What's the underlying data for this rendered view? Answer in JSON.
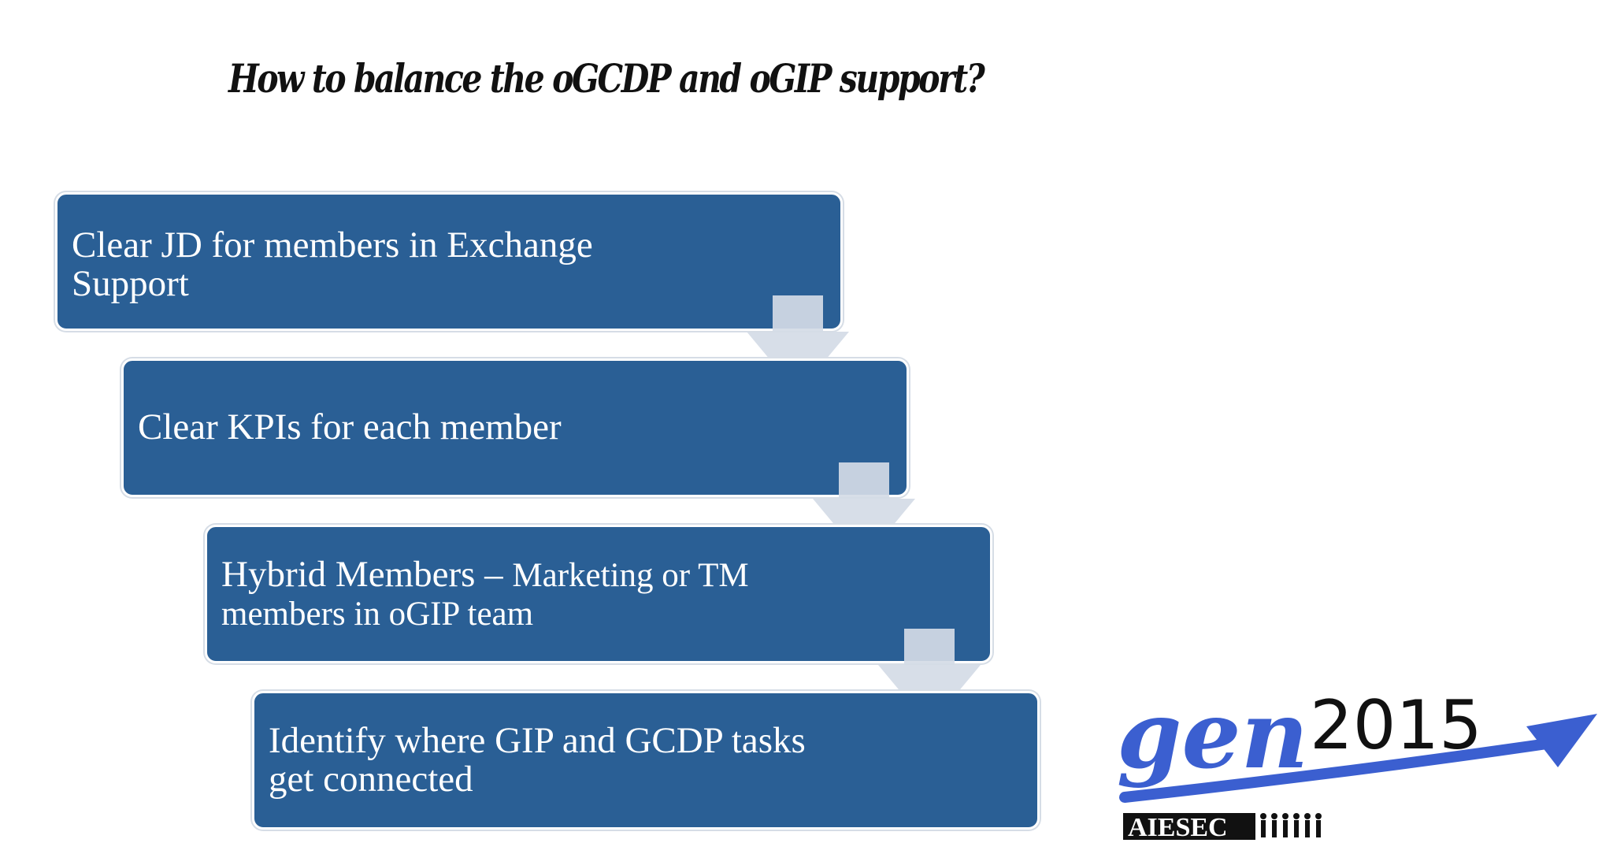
{
  "title": "How to balance the oGCDP and oGIP support?",
  "steps": [
    {
      "text": "Clear JD for members in Exchange\nSupport"
    },
    {
      "text": "Clear KPIs for each member"
    },
    {
      "text_main": "Hybrid Members – ",
      "text_small": "Marketing or TM",
      "text_rest": "\nmembers in oGIP team"
    },
    {
      "text": "Identify where GIP and GCDP tasks\nget connected"
    }
  ],
  "logo": {
    "gen": "gen",
    "year": "2015",
    "org": "AIESEC"
  },
  "colors": {
    "box": "#2a5f95",
    "arrow": "#d4dbe6",
    "logo_blue": "#3b5fd0"
  }
}
